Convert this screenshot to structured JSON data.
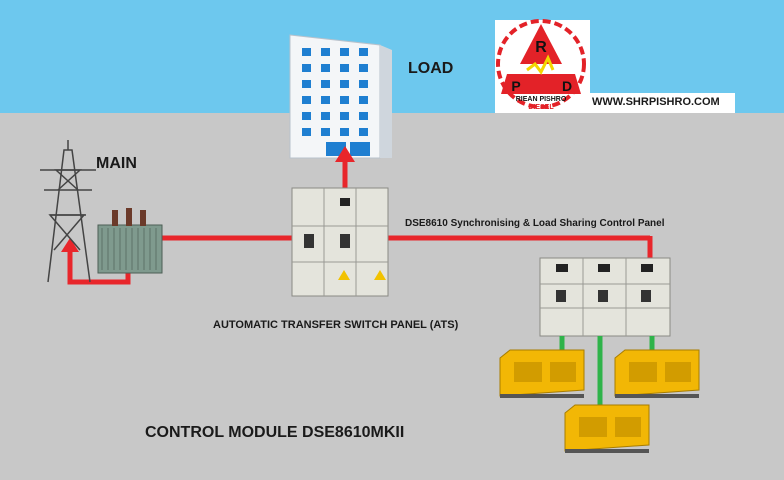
{
  "labels": {
    "load": "LOAD",
    "main": "MAIN",
    "sync_panel": "DSE8610 Synchronising & Load Sharing Control Panel",
    "ats": "AUTOMATIC TRANSFER SWITCH PANEL (ATS)",
    "module": "CONTROL MODULE DSE8610MKII",
    "website": "WWW.SHRPISHRO.COM"
  },
  "logo": {
    "letters": [
      "R",
      "P",
      "D"
    ],
    "name": "RIEAN PISHRO",
    "sub": "DIESEL"
  },
  "colors": {
    "sky": "#6dc8ee",
    "ground": "#c8c8c8",
    "power_line": "#e8262b",
    "generator_line": "#2fb34a",
    "generator": "#f2b705"
  }
}
